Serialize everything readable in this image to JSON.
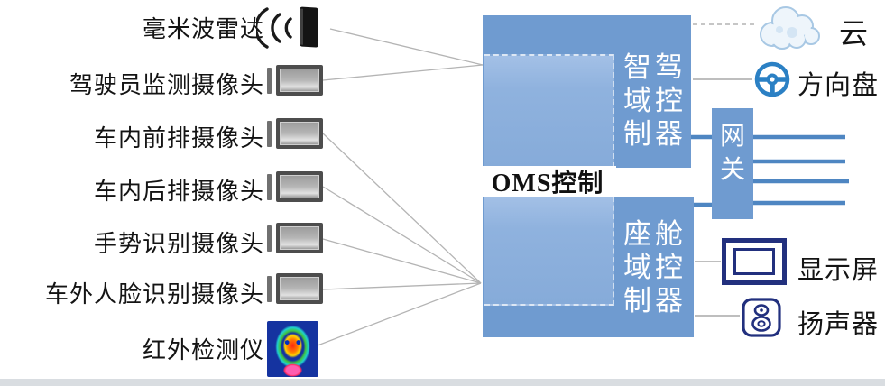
{
  "sensors": [
    {
      "label": "毫米波雷达",
      "icon": "radar-icon"
    },
    {
      "label": "驾驶员监测摄像头",
      "icon": "camera-icon"
    },
    {
      "label": "车内前排摄像头",
      "icon": "camera-icon"
    },
    {
      "label": "车内后排摄像头",
      "icon": "camera-icon"
    },
    {
      "label": "手势识别摄像头",
      "icon": "camera-icon"
    },
    {
      "label": "车外人脸识别摄像头",
      "icon": "camera-icon"
    },
    {
      "label": "红外检测仪",
      "icon": "thermal-image-icon"
    }
  ],
  "oms": {
    "label": "OMS控制"
  },
  "controllers": {
    "driving": {
      "label": "智驾域控制器",
      "lines": [
        "智驾",
        "域控",
        "制器"
      ]
    },
    "cockpit": {
      "label": "座舱域控制器",
      "lines": [
        "座舱",
        "域控",
        "制器"
      ]
    }
  },
  "gateway": {
    "label": "网关",
    "lines": [
      "网",
      "关"
    ]
  },
  "peripherals": [
    {
      "label": "云",
      "icon": "cloud-icon"
    },
    {
      "label": "方向盘",
      "icon": "steering-wheel-icon"
    },
    {
      "label": "显示屏",
      "icon": "display-icon"
    },
    {
      "label": "扬声器",
      "icon": "speaker-icon"
    }
  ],
  "colors": {
    "box_blue": "#6f9bd0",
    "inner_blue": "#8fb2de",
    "wire_blue": "#4e86c2",
    "wire_gray": "#b4b4b4",
    "icon_navy": "#22307e",
    "steering_blue": "#2b80c4"
  }
}
